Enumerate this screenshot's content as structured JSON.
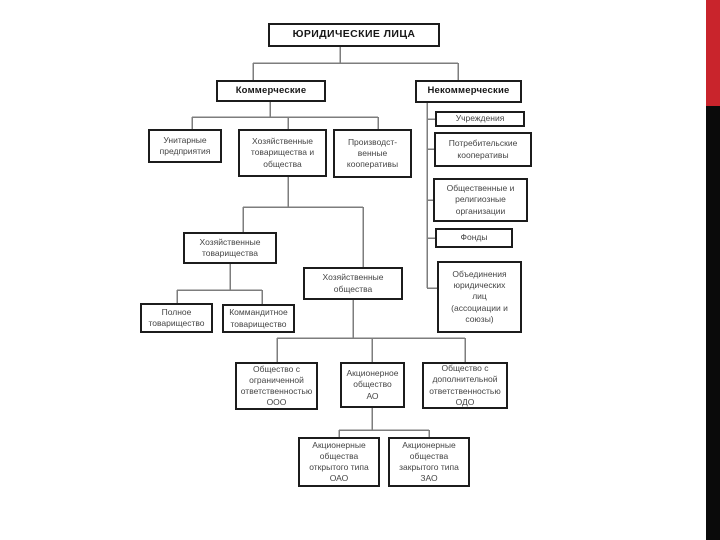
{
  "slide": {
    "background": "#ffffff",
    "accent_bars": {
      "red": "#c9242c",
      "black": "#0a0a0a"
    },
    "connector_color": "#7d7d7d",
    "box_border_color": "#1c1c1c",
    "text_color": "#454545",
    "heading_text_color": "#171717"
  },
  "nodes": [
    {
      "id": "legal-entities",
      "label": "ЮРИДИЧЕСКИЕ ЛИЦА",
      "emphasis": "title"
    },
    {
      "id": "commercial",
      "label": "Коммерческие",
      "emphasis": "heading"
    },
    {
      "id": "noncommercial",
      "label": "Некоммерческие",
      "emphasis": "heading"
    },
    {
      "id": "unitary-enterprises",
      "label": "Унитарные\nпредприятия"
    },
    {
      "id": "business-partnerships-and-companies",
      "label": "Хозяйственные\nтоварищества и\nобщества"
    },
    {
      "id": "production-cooperatives",
      "label": "Производст-\nвенные\nкооперативы"
    },
    {
      "id": "institutions",
      "label": "Учреждения"
    },
    {
      "id": "consumer-cooperatives",
      "label": "Потребительские\nкооперативы"
    },
    {
      "id": "public-religious-organizations",
      "label": "Общественные и\nрелигиозные\nорганизации"
    },
    {
      "id": "funds",
      "label": "Фонды"
    },
    {
      "id": "associations-of-legal-entities",
      "label": "Объединения\nюридических\nлиц\n(ассоциации и\nсоюзы)"
    },
    {
      "id": "business-partnerships",
      "label": "Хозяйственные\nтоварищества"
    },
    {
      "id": "business-companies",
      "label": "Хозяйственные\nобщества"
    },
    {
      "id": "full-partnership",
      "label": "Полное\nтоварищество"
    },
    {
      "id": "limited-partnership",
      "label": "Коммандитное\nтоварищество"
    },
    {
      "id": "limited-liability-company",
      "label": "Общество с\nограниченной\nответственностью\nООО"
    },
    {
      "id": "joint-stock-company",
      "label": "Акционерное\nобщество\nАО"
    },
    {
      "id": "additional-liability-company",
      "label": "Общество с\nдополнительной\nответственностью\nОДО"
    },
    {
      "id": "open-joint-stock-company",
      "label": "Акционерные\nобщества\nоткрытого типа\nОАО"
    },
    {
      "id": "closed-joint-stock-company",
      "label": "Акционерные\nобщества\nзакрытого типа\nЗАО"
    }
  ]
}
